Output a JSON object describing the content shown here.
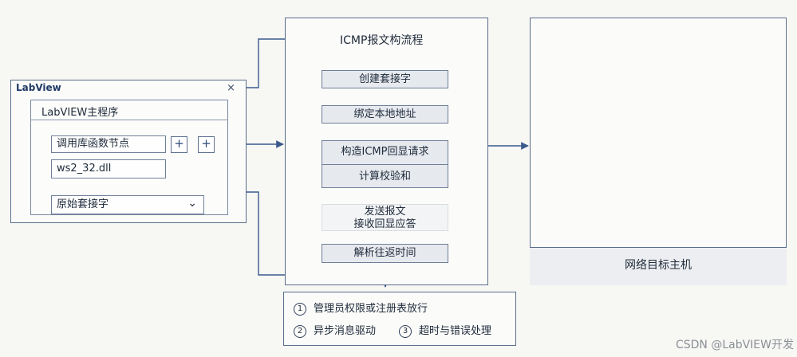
{
  "labview": {
    "window_title": "LabView",
    "close_glyph": "×",
    "program_title": "LabVIEW主程序",
    "call_library_node": "调用库函数节点",
    "dll_name": "ws2_32.dll",
    "raw_socket": "原始套接字",
    "plus_1": "+",
    "plus_2": "+",
    "dropdown_glyph": "⌄"
  },
  "flow": {
    "title": "ICMP报文构流程",
    "steps": [
      {
        "label": "创建套接字"
      },
      {
        "label": "绑定本地地址"
      },
      {
        "label": "构造ICMP回显请求"
      },
      {
        "label": "计算校验和"
      },
      {
        "line1": "发送报文",
        "line2": "接收回显应答"
      },
      {
        "label": "解析往返时间"
      }
    ]
  },
  "target": {
    "label": "网络目标主机"
  },
  "notes": [
    {
      "num": "1",
      "text": "管理员权限或注册表放行"
    },
    {
      "num": "2",
      "text": "异步消息驱动"
    },
    {
      "num": "3",
      "text": "超时与错误处理"
    }
  ],
  "watermark": "CSDN @LabVIEW开发",
  "colors": {
    "line": "#3a5a8c",
    "border": "#5a6e8c",
    "step_fill": "#e6e9ee"
  }
}
